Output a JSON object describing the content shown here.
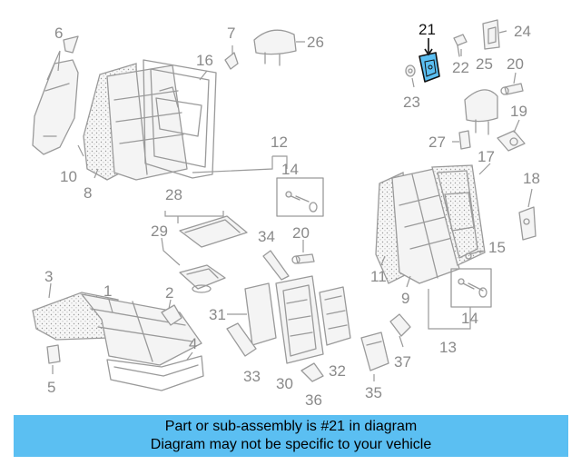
{
  "highlight": {
    "part_number": "21",
    "color": "#5bbff2"
  },
  "labels": {
    "p1": "1",
    "p2": "2",
    "p3": "3",
    "p4": "4",
    "p5": "5",
    "p6": "6",
    "p7": "7",
    "p8": "8",
    "p9": "9",
    "p10": "10",
    "p11": "11",
    "p12": "12",
    "p13": "13",
    "p14a": "14",
    "p14b": "14",
    "p15": "15",
    "p16": "16",
    "p17": "17",
    "p18": "18",
    "p19": "19",
    "p20a": "20",
    "p20b": "20",
    "p21": "21",
    "p22": "22",
    "p23": "23",
    "p24": "24",
    "p25": "25",
    "p26": "26",
    "p27": "27",
    "p28": "28",
    "p29": "29",
    "p30": "30",
    "p31": "31",
    "p32": "32",
    "p33": "33",
    "p34": "34",
    "p35": "35",
    "p36": "36",
    "p37": "37"
  },
  "banner": {
    "line1": "Part or sub-assembly is #21 in diagram",
    "line2": "Diagram may not be specific to your vehicle",
    "background": "#5bbff2"
  }
}
